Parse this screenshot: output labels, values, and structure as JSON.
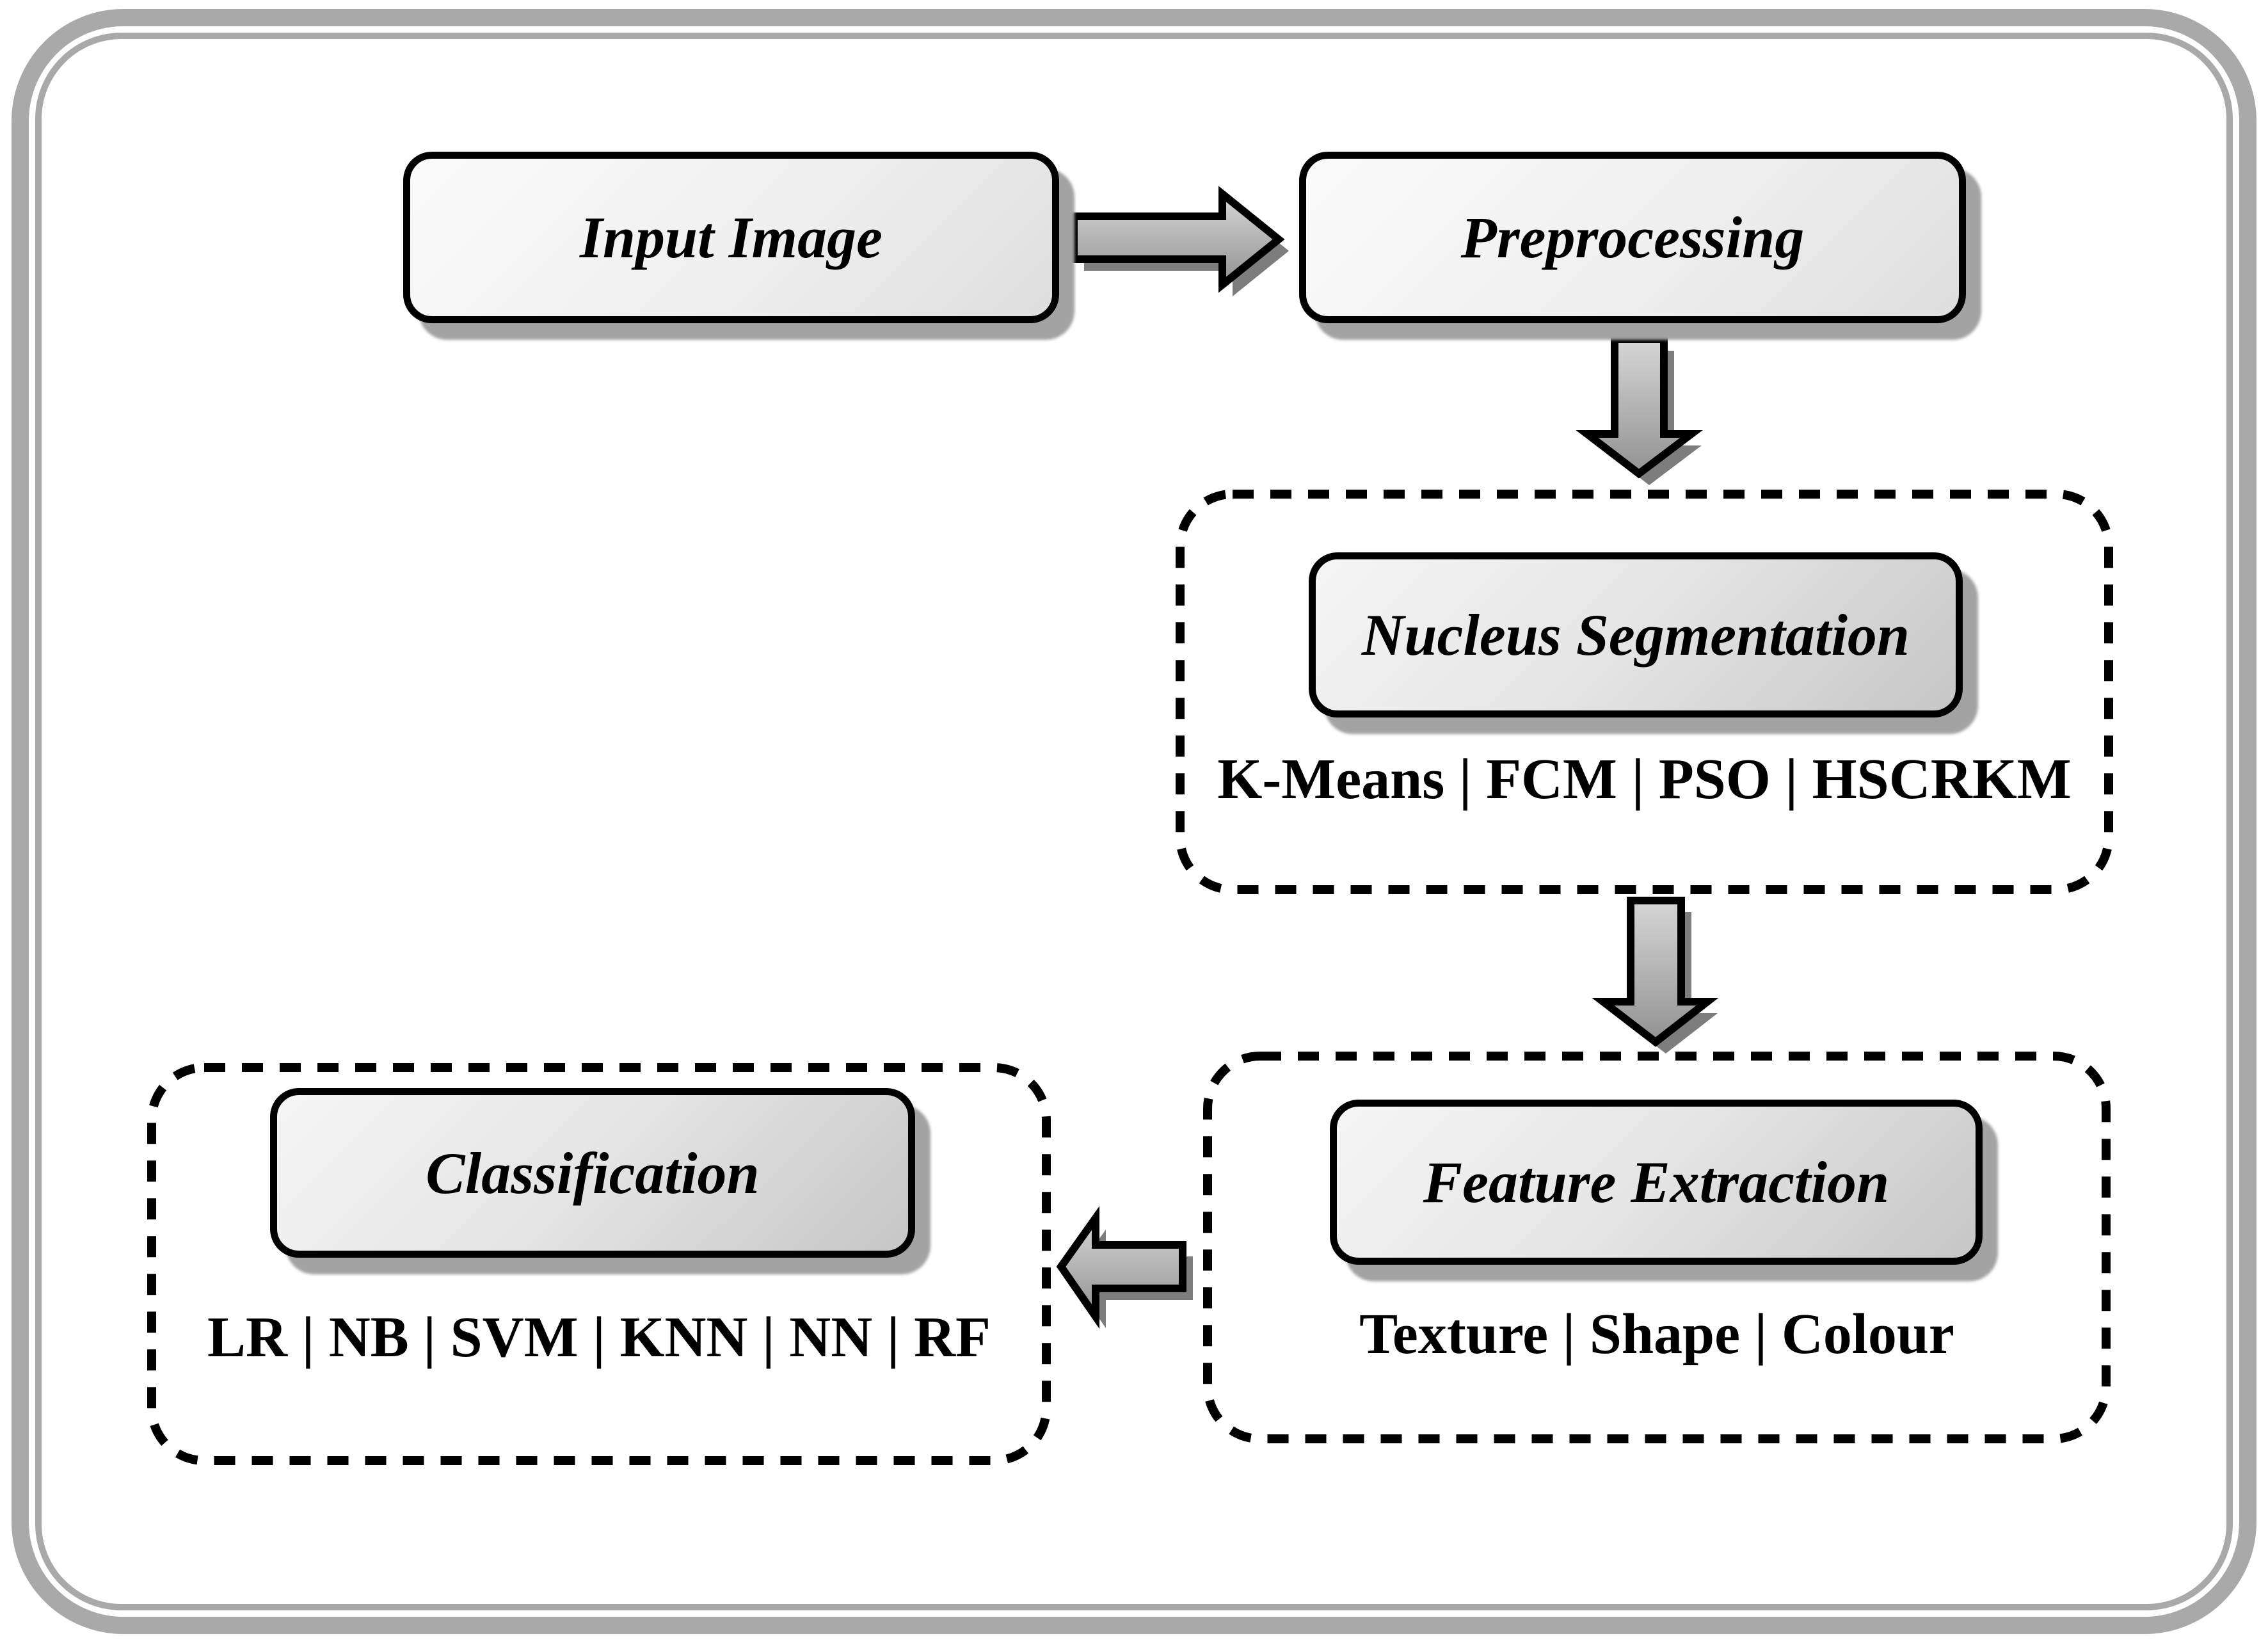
{
  "nodes": {
    "input_image": {
      "label": "Input Image"
    },
    "preprocessing": {
      "label": "Preprocessing"
    },
    "nucleus_segmentation": {
      "label": "Nucleus Segmentation",
      "methods": "K-Means | FCM | PSO | HSCRKM"
    },
    "feature_extraction": {
      "label": "Feature Extraction",
      "methods": "Texture | Shape | Colour"
    },
    "classification": {
      "label": "Classification",
      "methods": "LR | NB | SVM | KNN | NN | RF"
    }
  },
  "edges": [
    {
      "from": "input_image",
      "to": "preprocessing",
      "direction": "right"
    },
    {
      "from": "preprocessing",
      "to": "nucleus_segmentation",
      "direction": "down"
    },
    {
      "from": "nucleus_segmentation",
      "to": "feature_extraction",
      "direction": "down"
    },
    {
      "from": "feature_extraction",
      "to": "classification",
      "direction": "left"
    }
  ],
  "colors": {
    "frame_border": "#a9a9a9",
    "node_border": "#000000",
    "node_fill_light": "#f6f6f6",
    "node_fill_dark": "#c6c6c6",
    "dashed_border": "#000000",
    "arrow_fill_light": "#d4d4d4",
    "arrow_fill_dark": "#949494",
    "arrow_shadow": "#7d7d7d",
    "box_shadow": "#a3a3a3",
    "text": "#000000",
    "background": "#ffffff"
  }
}
